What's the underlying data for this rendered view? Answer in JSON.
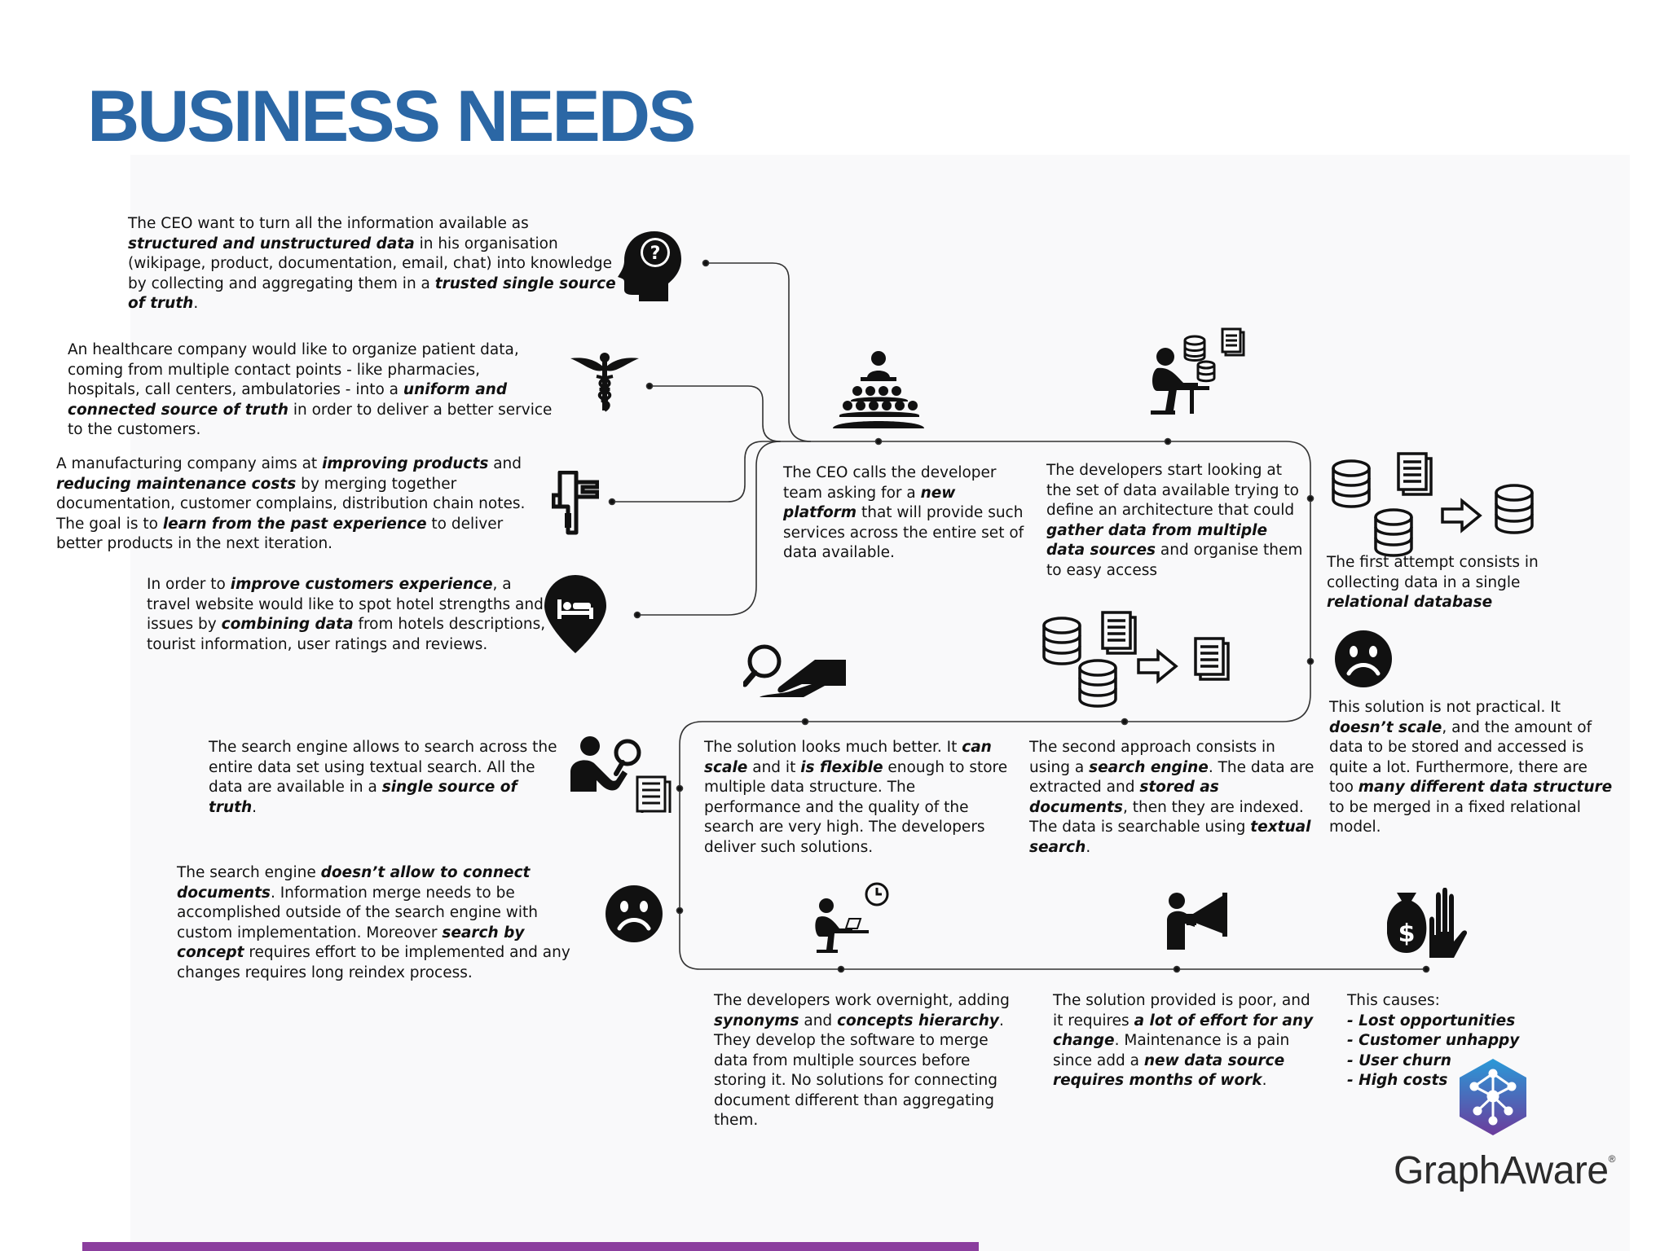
{
  "title": "BUSINESS NEEDS",
  "colors": {
    "title": "#2b67a5",
    "bar": "#8b3e9e",
    "line": "#333333",
    "logo_blue": "#2a9ad8",
    "logo_purple": "#6c3c9c"
  },
  "blocks": {
    "ceo_need": [
      "The CEO want to turn all the information available as ",
      "structured and unstructured data",
      " in his organisation (wikipage, product, documentation, email, chat) into knowledge by collecting and aggregating them in a ",
      "trusted single source of truth",
      "."
    ],
    "healthcare": [
      "An healthcare company would like to organize patient data, coming from multiple contact points - like pharmacies, hospitals, call centers, ambulatories - into a ",
      "uniform and connected source of truth",
      " in order to deliver a better service to the customers."
    ],
    "manufacturing": [
      "A manufacturing company aims at ",
      "improving products",
      " and ",
      "reducing maintenance costs",
      " by merging together documentation, customer complains, distribution chain notes. The goal is to ",
      "learn from the past experience",
      " to deliver better products in the next iteration."
    ],
    "travel": [
      "In order to ",
      "improve customers experience",
      ", a travel website would like to spot hotel strengths and issues by ",
      "combining data",
      " from hotels descriptions, tourist information, user ratings and reviews."
    ],
    "ceo_calls": [
      "The CEO calls the developer team asking for a ",
      "new platform",
      " that will provide such services across the entire set of data available."
    ],
    "devs_start": [
      "The developers start looking at the set of data available trying to define an architecture that could ",
      "gather data from multiple data sources",
      " and organise them to easy access"
    ],
    "first_attempt": [
      "The first attempt consists in collecting data in a single ",
      "relational database",
      ""
    ],
    "not_practical": [
      "This solution is not practical. It ",
      "doesn’t scale",
      ", and the amount of data to be stored and accessed is quite a lot. Furthermore, there are too ",
      "many different data structure",
      " to be merged in a fixed relational model."
    ],
    "second_approach": [
      "The second approach consists in using a ",
      "search engine",
      ". The data are extracted and ",
      "stored as documents",
      ", then they are indexed. The data is searchable using ",
      "textual search",
      "."
    ],
    "looks_better": [
      "The solution looks much better. It ",
      "can scale",
      " and it ",
      "is flexible",
      " enough to store multiple data structure. The performance and the quality of the search are very high. The developers deliver such solutions."
    ],
    "search_allows": [
      "The search engine allows to search across the entire data set using textual search. All the data are available in a ",
      "single source of truth",
      "."
    ],
    "search_not_allow": [
      "The search engine ",
      "doesn’t allow to connect documents",
      ". Information merge needs to be accomplished outside of the search engine with custom implementation. Moreover ",
      "search by concept",
      " requires effort to be implemented and any changes requires long reindex process."
    ],
    "overnight": [
      "The developers work overnight, adding ",
      "synonyms",
      " and ",
      "concepts hierarchy",
      ". They develop the software to merge data from multiple sources before storing it. No solutions for connecting document different than aggregating them."
    ],
    "poor": [
      "The solution provided is poor, and it requires ",
      "a lot of effort for any change",
      ". Maintenance is a pain since add a ",
      "new data source requires months of work",
      "."
    ],
    "causes": [
      "This causes:\n",
      "- Lost opportunities\n- Customer unhappy\n- User churn\n- High costs",
      ""
    ]
  },
  "logo": {
    "name": "GraphAware",
    "part1": "Graph",
    "part2": "Aware",
    "reg": "®"
  },
  "icons": [
    "head-question-icon",
    "caduceus-icon",
    "caliper-icon",
    "hotel-pin-icon",
    "pyramid-team-icon",
    "developer-databases-icon",
    "databases-to-database-icon",
    "sad-face-icon",
    "search-hand-icon",
    "databases-to-document-icon",
    "person-magnifier-documents-icon",
    "sad-face-icon",
    "developer-clock-icon",
    "megaphone-person-icon",
    "money-stop-icon",
    "graphaware-logo-icon"
  ]
}
